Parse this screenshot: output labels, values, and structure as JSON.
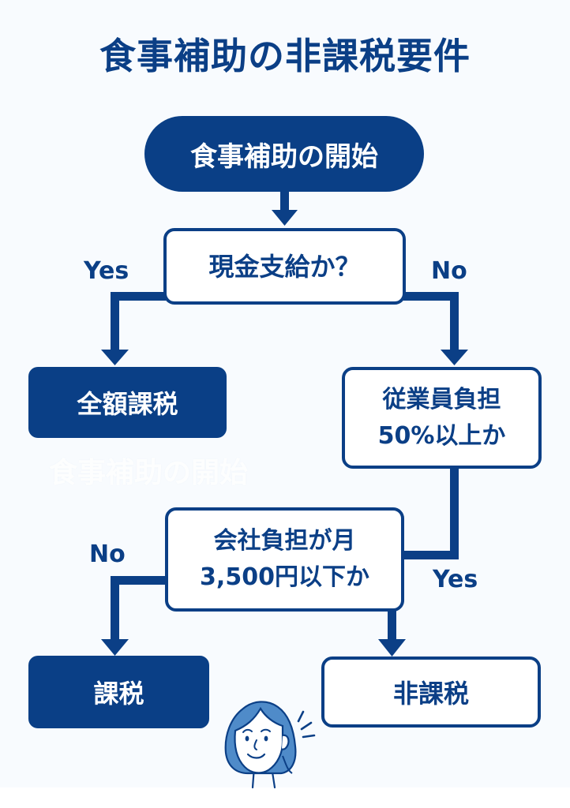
{
  "title": "食事補助の非課税要件",
  "colors": {
    "primary": "#0b3f86",
    "background": "#f8fbfe",
    "node_text_light": "#ffffff",
    "hair": "#4f8bc9"
  },
  "nodes": {
    "start": {
      "label": "食事補助の開始"
    },
    "decision_cash": {
      "label": "現金支給か？"
    },
    "decision_employee_share": {
      "line1": "従業員負担",
      "line2": "50%以上か"
    },
    "decision_company_share": {
      "line1": "会社負担が月",
      "line2": "3,500円以下か"
    },
    "result_full_tax": {
      "label": "全額課税"
    },
    "result_tax": {
      "label": "課税"
    },
    "result_non_tax": {
      "label": "非課税"
    }
  },
  "edges": [
    {
      "from": "start",
      "to": "decision_cash",
      "label": ""
    },
    {
      "from": "decision_cash",
      "to": "result_full_tax",
      "label": "Yes"
    },
    {
      "from": "decision_cash",
      "to": "decision_employee_share",
      "label": "No"
    },
    {
      "from": "decision_employee_share",
      "to": "decision_company_share",
      "label": "Yes"
    },
    {
      "from": "decision_company_share",
      "to": "result_tax",
      "label": "No"
    },
    {
      "from": "decision_company_share",
      "to": "result_non_tax",
      "label": ""
    }
  ],
  "edge_labels": {
    "cash_yes": "Yes",
    "cash_no": "No",
    "employee_yes": "Yes",
    "company_no": "No"
  },
  "ghost_text": "食事補助の開始",
  "illustration": {
    "icon": "woman-smiling-icon",
    "emphasis": "emphasis-lines-icon"
  }
}
